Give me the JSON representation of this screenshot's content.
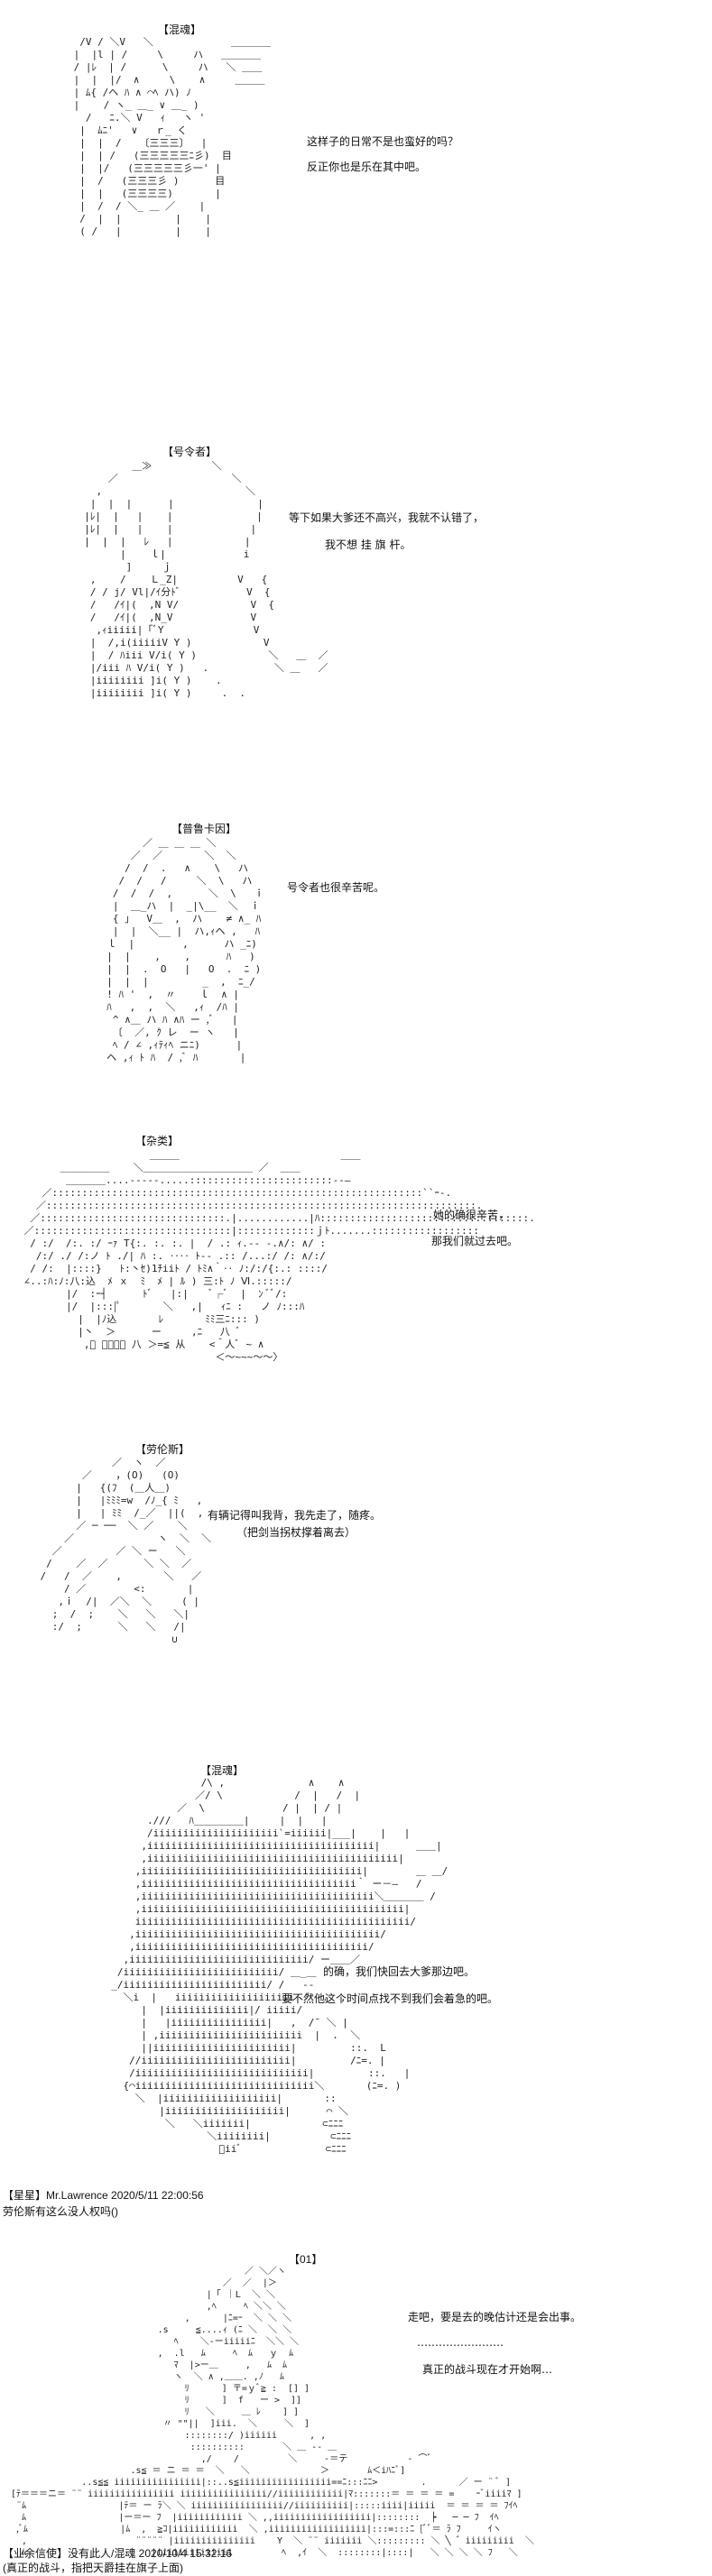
{
  "panels": [
    {
      "speaker": "【混魂】",
      "lines": [
        "这样子的日常不是也蛮好的吗？",
        "反正你也是乐在其中吧。"
      ]
    },
    {
      "speaker": "【号令者】",
      "lines": [
        "等下如果大爹还不高兴，我就不认错了，",
        "我不想 挂 旗 杆。"
      ]
    },
    {
      "speaker": "【普鲁卡因】",
      "lines": [
        "号令者也很辛苦呢。"
      ]
    },
    {
      "speaker": "【杂类】",
      "lines": [
        "她的确很辛苦，",
        "那我们就过去吧。"
      ]
    },
    {
      "speaker": "【劳伦斯】",
      "lines": [
        "有辆记得叫我背，我先走了，随疼。",
        "（把剑当拐杖撑着离去）"
      ]
    },
    {
      "speaker": "【混魂】",
      "lines": [
        "的确，我们快回去大爹那边吧。",
        "要不然他这个时间点找不到我们会着急的吧。"
      ]
    },
    {
      "speaker": "【01】",
      "lines": [
        "走吧，要是去的晚估计还是会出事。",
        "……………………",
        "真正的战斗现在才开始啊…"
      ]
    }
  ],
  "comments": [
    {
      "header": "【星星】Mr.Lawrence 2020/5/11 22:00:56",
      "body": "劳伦斯有这么没人权吗()"
    },
    {
      "header": "【业余信使】没有此人/混魂 2020/10/4 15:32:16",
      "body": "(真正的战斗，指把天爵挂在旗子上面)"
    }
  ]
}
